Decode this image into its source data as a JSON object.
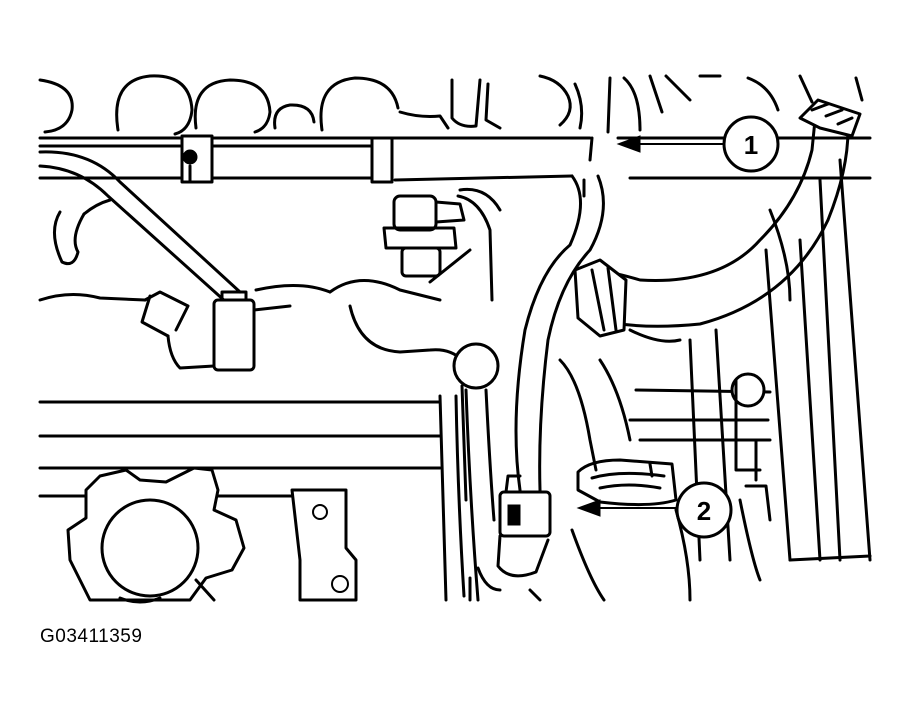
{
  "figure_id": "G03411359",
  "callouts": [
    {
      "label": "1"
    },
    {
      "label": "2"
    }
  ],
  "colors": {
    "line": "#000000",
    "background": "#ffffff"
  }
}
